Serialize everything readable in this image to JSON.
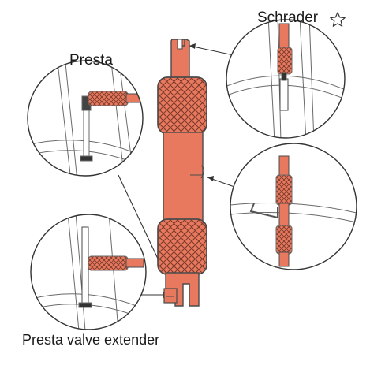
{
  "labels": {
    "schrader": "Schrader",
    "presta": "Presta",
    "presta_extender": "Presta valve extender"
  },
  "icons": {
    "favorite": "star-icon"
  },
  "colors": {
    "tool_body": "#e8795f",
    "tool_outline": "#4a4a4a",
    "knurl_line": "#7a3a2a",
    "line_art": "#555555",
    "background": "#ffffff"
  }
}
